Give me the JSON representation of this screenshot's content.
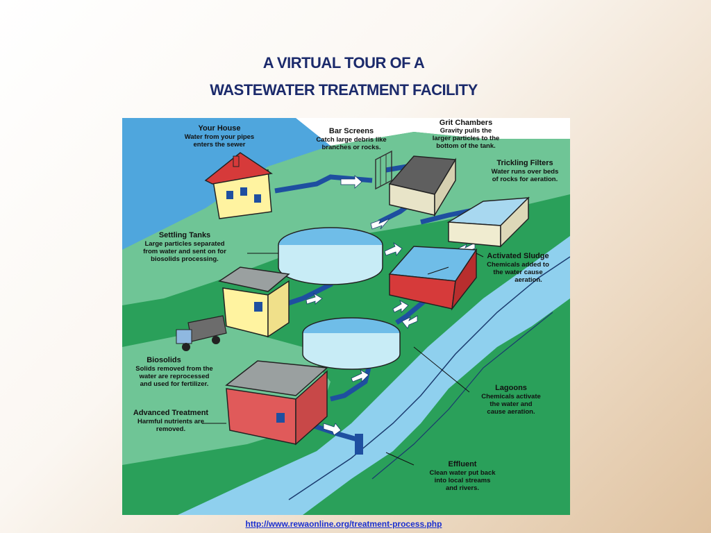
{
  "title_line1": "A VIRTUAL TOUR OF A",
  "title_line2": "WASTEWATER TREATMENT FACILITY",
  "source_url": "http://www.rewaonline.org/treatment-process.php",
  "colors": {
    "title": "#1b2a6b",
    "water": "#5aaee0",
    "grass": "#1f8f45",
    "pipe": "#1e4fa0"
  },
  "labels": {
    "your_house": {
      "head": "Your House",
      "lines": [
        "Water from your pipes",
        "enters the sewer"
      ]
    },
    "bar_screens": {
      "head": "Bar Screens",
      "lines": [
        "Catch large debris like",
        "branches or rocks."
      ]
    },
    "grit_chambers": {
      "head": "Grit Chambers",
      "lines": [
        "Gravity pulls the",
        "larger particles to the",
        "bottom of the tank."
      ]
    },
    "trickling_filters": {
      "head": "Trickling Filters",
      "lines": [
        "Water runs over beds",
        "of rocks for aeration."
      ]
    },
    "settling_tanks": {
      "head": "Settling Tanks",
      "lines": [
        "Large particles separated",
        "from water and sent on for",
        "biosolids processing."
      ]
    },
    "activated_sludge": {
      "head": "Activated Sludge",
      "lines": [
        "Chemicals added to",
        "the water cause",
        "aeration."
      ]
    },
    "biosolids": {
      "head": "Biosolids",
      "lines": [
        "Solids removed from the",
        "water are reprocessed",
        "and used for fertilizer."
      ]
    },
    "lagoons": {
      "head": "Lagoons",
      "lines": [
        "Chemicals activate",
        "the water and",
        "cause aeration."
      ]
    },
    "advanced_treatment": {
      "head": "Advanced Treatment",
      "lines": [
        "Harmful nutrients are",
        "removed."
      ]
    },
    "effluent": {
      "head": "Effluent",
      "lines": [
        "Clean water put back",
        "into local streams",
        "and rivers."
      ]
    }
  }
}
